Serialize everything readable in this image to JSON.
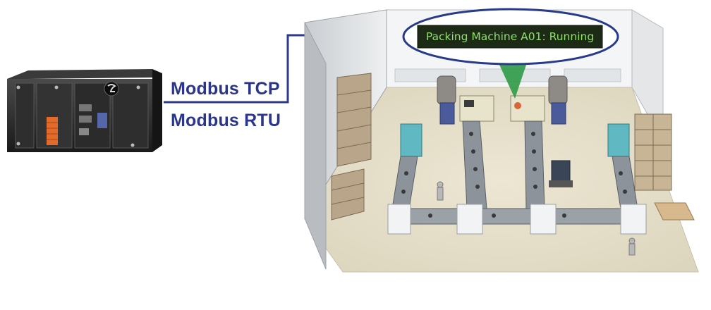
{
  "protocols": {
    "tcp_label": "Modbus TCP",
    "rtu_label": "Modbus RTU"
  },
  "status_display": {
    "text": "Packing Machine A01: Running"
  },
  "colors": {
    "protocol_text": "#2b3589",
    "connector_line": "#2d3a8c",
    "display_text": "#8ee06a",
    "display_background": "#1c2a16",
    "ellipse_outline": "#283a8a",
    "light_beam": "#2f9a46",
    "controller_body": "#2a2a2a",
    "terminal_block": "#e26a2a",
    "floor": "#e8e2cf"
  },
  "icons": {
    "controller": "pac-controller-icon",
    "factory": "factory-floor-illustration"
  }
}
